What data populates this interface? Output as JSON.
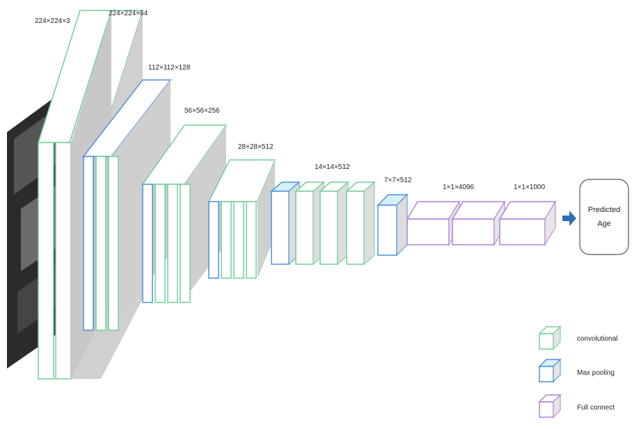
{
  "labels": {
    "stage1": "224×224×3",
    "stage2": "224×224×64",
    "stage3": "112×112×128",
    "stage4": "56×56×256",
    "stage5": "28×28×512",
    "stage6": "14×14×512",
    "stage7": "7×7×512",
    "stage8": "1×1×4096",
    "stage9": "1×1×1000"
  },
  "output": {
    "line1": "Predicted",
    "line2": "Age"
  },
  "legend": {
    "conv": "convolutional",
    "pool": "Max pooling",
    "fc": "Full connect"
  },
  "colors": {
    "conv": "#6fcf97",
    "pool": "#4a90d9",
    "fc": "#b07fd6",
    "pool_fill": "#d8f0f8",
    "side": "#c9c9c9",
    "arrow": "#2f6db5"
  }
}
